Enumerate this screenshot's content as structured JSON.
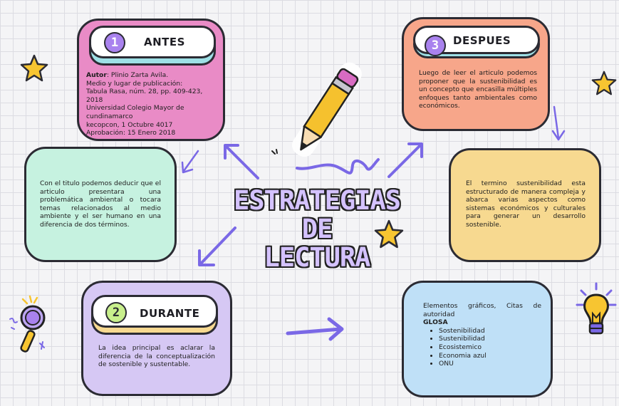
{
  "main_title": {
    "line1": "ESTRATEGIAS DE",
    "line2": "LECTURA"
  },
  "antes": {
    "number": "1",
    "title": "ANTES",
    "autor_label": "Autor",
    "autor_value": ": Plinio Zarta Avila.",
    "lines": [
      "Medio y lugar de publicación:",
      "Tabula Rasa, núm. 28, pp. 409-423,",
      "2018",
      "Universidad Colegio Mayor de cundinamarco",
      "kecopcon, 1 Octubre 4017",
      "Aprobación: 15 Enero 2018"
    ]
  },
  "despues": {
    "number": "3",
    "title": "DESPUES",
    "text": "Luego de leer el articulo podemos proponer que la sustenibilidad es un concepto que encasilla múltiples enfoques tanto ambientales como económicos."
  },
  "durante": {
    "number": "2",
    "title": "DURANTE",
    "text": "La idea principal es aclarar la diferencia de la conceptualización de sostenible y sustentable."
  },
  "left_box": {
    "text": "Con el titulo podemos deducir que el articulo presentara una problemática ambiental o tocara temas relacionados al medio ambiente y el ser humano en una diferencia de dos términos."
  },
  "right_box": {
    "text": "El termino sustenibilidad esta estructurado de manera compleja y abarca varias aspectos como sistemas económicos y culturales para generar un desarrollo sostenible."
  },
  "bottom_right": {
    "intro": "Elementos gráficos, Citas de autoridad",
    "glosa_label": "GLOSA",
    "items": [
      "Sostenibilidad",
      "Sustenibilidad",
      "Ecosistemico",
      "Economia azul",
      "ONU"
    ]
  },
  "colors": {
    "pink": "#e98bc6",
    "salmon": "#f7a68a",
    "mint": "#c6f2e0",
    "peach": "#f7d990",
    "lavender": "#d6c8f4",
    "sky": "#bfe0f7",
    "arrow": "#7a68e6",
    "title_fill": "#d4c2ff"
  },
  "icons": [
    "star-icon",
    "pencil-icon",
    "magnifier-icon",
    "lightbulb-icon"
  ]
}
